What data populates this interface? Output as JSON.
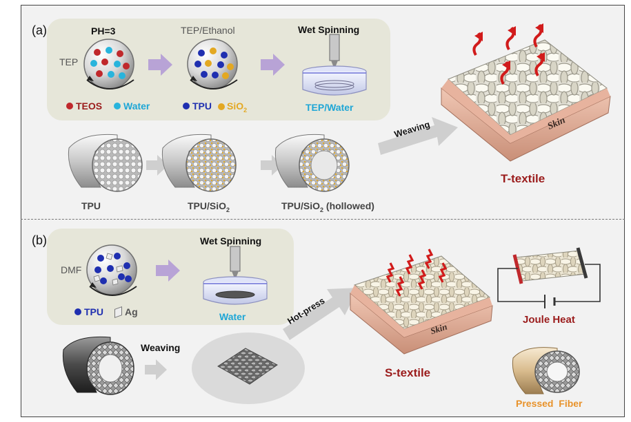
{
  "panel_a": {
    "tag": "(a)",
    "ph_label": "PH=3",
    "solvent_label": "TEP/Ethanol",
    "wet_spinning": "Wet Spinning",
    "tep_label": "TEP",
    "legend_teos": "TEOS",
    "legend_water": "Water",
    "legend_tpu": "TPU",
    "legend_sio2": "SiO",
    "legend_sio2_sub": "2",
    "bath_label": "TEP/Water",
    "fiber_tpu": "TPU",
    "fiber_tpu_sio2": "TPU/SiO",
    "fiber_tpu_sio2_sub": "2",
    "fiber_hollow": "TPU/SiO",
    "fiber_hollow_sub": "2",
    "fiber_hollow_suffix": " (hollowed)",
    "weaving": "Weaving",
    "skin": "Skin",
    "textile": "T-textile"
  },
  "panel_b": {
    "tag": "(b)",
    "wet_spinning": "Wet Spinning",
    "dmf_label": "DMF",
    "legend_tpu": "TPU",
    "legend_ag": "Ag",
    "bath_label": "Water",
    "weaving": "Weaving",
    "hot_press": "Hot-press",
    "skin": "Skin",
    "textile": "S-textile",
    "joule": "Joule Heat",
    "pressed_fiber": "Pressed  Fiber"
  },
  "colors": {
    "dark_red": "#9b1c1c",
    "cyan_label": "#1ea6d6",
    "orange_label": "#e8922a",
    "arrow_purple": "#b8a3d6",
    "teos_red": "#c0282c",
    "water_cyan": "#28b4dc",
    "tpu_blue": "#1f2fb0",
    "sio2_gold": "#e3a822"
  }
}
